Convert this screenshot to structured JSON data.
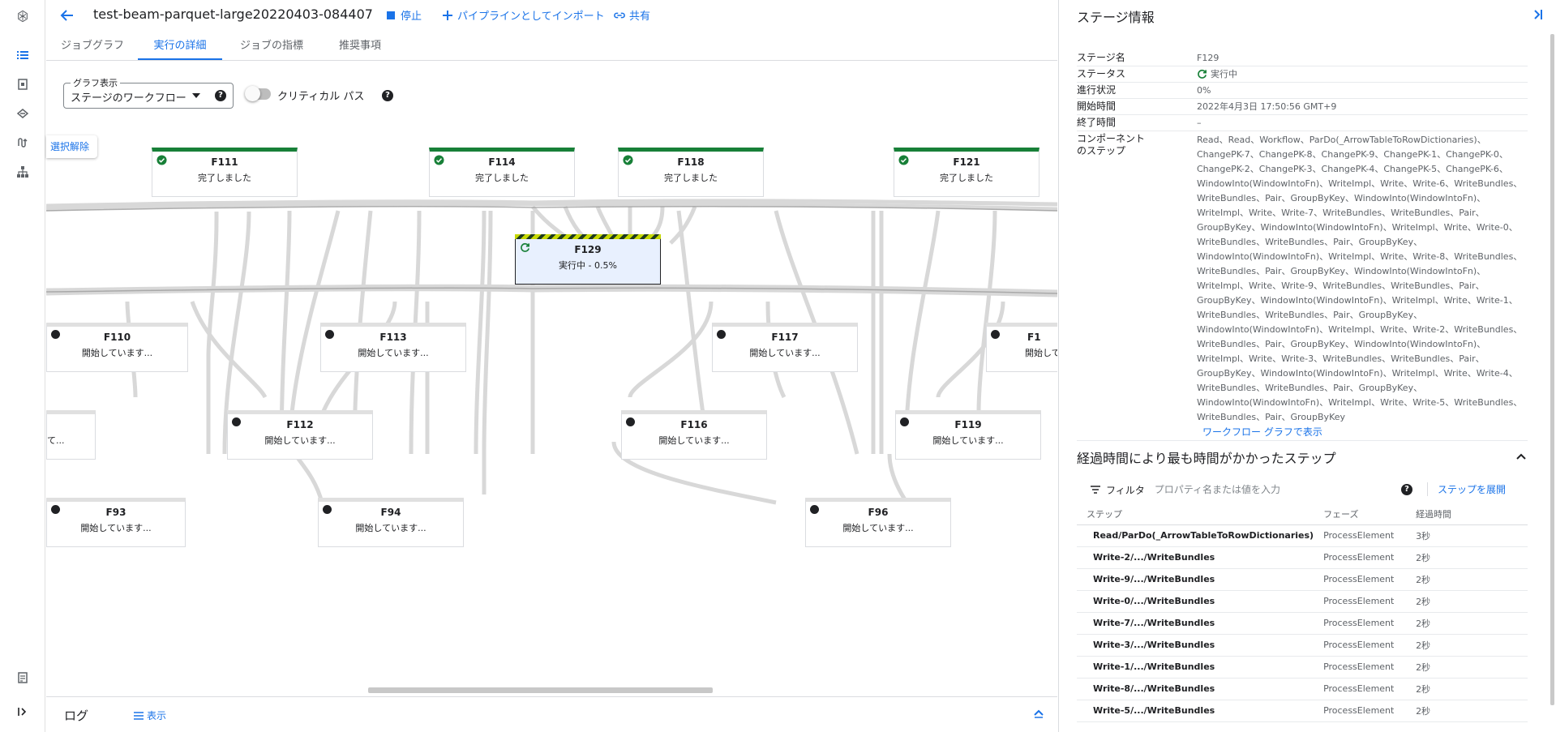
{
  "header": {
    "job_title": "test-beam-parquet-large20220403-084407",
    "stop_label": "停止",
    "import_label": "パイプラインとしてインポート",
    "share_label": "共有"
  },
  "tabs": [
    {
      "label": "ジョブグラフ"
    },
    {
      "label": "実行の詳細"
    },
    {
      "label": "ジョブの指標"
    },
    {
      "label": "推奨事項"
    }
  ],
  "controls": {
    "graph_view_label": "グラフ表示",
    "graph_view_value": "ステージのワークフロー",
    "critical_path_label": "クリティカル パス",
    "critical_path_on": false,
    "deselect_label": "選択解除"
  },
  "nodes": [
    {
      "name": "F111",
      "status": "完了しました",
      "state": "done"
    },
    {
      "name": "F114",
      "status": "完了しました",
      "state": "done"
    },
    {
      "name": "F118",
      "status": "完了しました",
      "state": "done"
    },
    {
      "name": "F121",
      "status": "完了しました",
      "state": "done"
    },
    {
      "name": "F129",
      "status": "実行中 - 0.5%",
      "state": "running"
    },
    {
      "name": "F110",
      "status": "開始しています...",
      "state": "starting"
    },
    {
      "name": "F113",
      "status": "開始しています...",
      "state": "starting"
    },
    {
      "name": "F117",
      "status": "開始しています...",
      "state": "starting"
    },
    {
      "name": "F1",
      "status": "開始して",
      "state": "starting"
    },
    {
      "name": "",
      "status": "て...",
      "state": "starting"
    },
    {
      "name": "F112",
      "status": "開始しています...",
      "state": "starting"
    },
    {
      "name": "F116",
      "status": "開始しています...",
      "state": "starting"
    },
    {
      "name": "F119",
      "status": "開始しています...",
      "state": "starting"
    },
    {
      "name": "F93",
      "status": "開始しています...",
      "state": "starting"
    },
    {
      "name": "F94",
      "status": "開始しています...",
      "state": "starting"
    },
    {
      "name": "F96",
      "status": "開始しています...",
      "state": "starting"
    }
  ],
  "log": {
    "label": "ログ",
    "show_label": "表示"
  },
  "panel": {
    "title": "ステージ情報",
    "info": {
      "stage_name_key": "ステージ名",
      "stage_name": "F129",
      "status_key": "ステータス",
      "status": "実行中",
      "progress_key": "進行状況",
      "progress": "0%",
      "start_key": "開始時間",
      "start": "2022年4月3日 17:50:56 GMT+9",
      "end_key": "終了時間",
      "end": "–",
      "components_key": "コンポーネントのステップ",
      "components": "Read、Read、Workflow、ParDo(_ArrowTableToRowDictionaries)、ChangePK-7、ChangePK-8、ChangePK-9、ChangePK-1、ChangePK-0、ChangePK-2、ChangePK-3、ChangePK-4、ChangePK-5、ChangePK-6、WindowInto(WindowIntoFn)、WriteImpl、Write、Write-6、WriteBundles、WriteBundles、Pair、GroupByKey、WindowInto(WindowIntoFn)、WriteImpl、Write、Write-7、WriteBundles、WriteBundles、Pair、GroupByKey、WindowInto(WindowIntoFn)、WriteImpl、Write、Write-0、WriteBundles、WriteBundles、Pair、GroupByKey、WindowInto(WindowIntoFn)、WriteImpl、Write、Write-8、WriteBundles、WriteBundles、Pair、GroupByKey、WindowInto(WindowIntoFn)、WriteImpl、Write、Write-9、WriteBundles、WriteBundles、Pair、GroupByKey、WindowInto(WindowIntoFn)、WriteImpl、Write、Write-1、WriteBundles、WriteBundles、Pair、GroupByKey、WindowInto(WindowIntoFn)、WriteImpl、Write、Write-2、WriteBundles、WriteBundles、Pair、GroupByKey、WindowInto(WindowIntoFn)、WriteImpl、Write、Write-3、WriteBundles、WriteBundles、Pair、GroupByKey、WindowInto(WindowIntoFn)、WriteImpl、Write、Write-4、WriteBundles、WriteBundles、Pair、GroupByKey、WindowInto(WindowIntoFn)、WriteImpl、Write、Write-5、WriteBundles、WriteBundles、Pair、GroupByKey",
      "workflow_link": "ワークフロー グラフで表示"
    },
    "steps": {
      "title": "経過時間により最も時間がかかったステップ",
      "filter_label": "フィルタ",
      "filter_placeholder": "プロパティ名または値を入力",
      "expand_label": "ステップを展開",
      "columns": [
        "ステップ",
        "フェーズ",
        "経過時間"
      ],
      "rows": [
        {
          "step": "Read/ParDo(_ArrowTableToRowDictionaries)",
          "phase": "ProcessElement",
          "time": "3秒"
        },
        {
          "step": "Write-2/.../WriteBundles",
          "phase": "ProcessElement",
          "time": "2秒"
        },
        {
          "step": "Write-9/.../WriteBundles",
          "phase": "ProcessElement",
          "time": "2秒"
        },
        {
          "step": "Write-0/.../WriteBundles",
          "phase": "ProcessElement",
          "time": "2秒"
        },
        {
          "step": "Write-7/.../WriteBundles",
          "phase": "ProcessElement",
          "time": "2秒"
        },
        {
          "step": "Write-3/.../WriteBundles",
          "phase": "ProcessElement",
          "time": "2秒"
        },
        {
          "step": "Write-1/.../WriteBundles",
          "phase": "ProcessElement",
          "time": "2秒"
        },
        {
          "step": "Write-8/.../WriteBundles",
          "phase": "ProcessElement",
          "time": "2秒"
        },
        {
          "step": "Write-5/.../WriteBundles",
          "phase": "ProcessElement",
          "time": "2秒"
        }
      ]
    }
  },
  "colors": {
    "accent": "#1a73e8",
    "success": "#188038"
  }
}
